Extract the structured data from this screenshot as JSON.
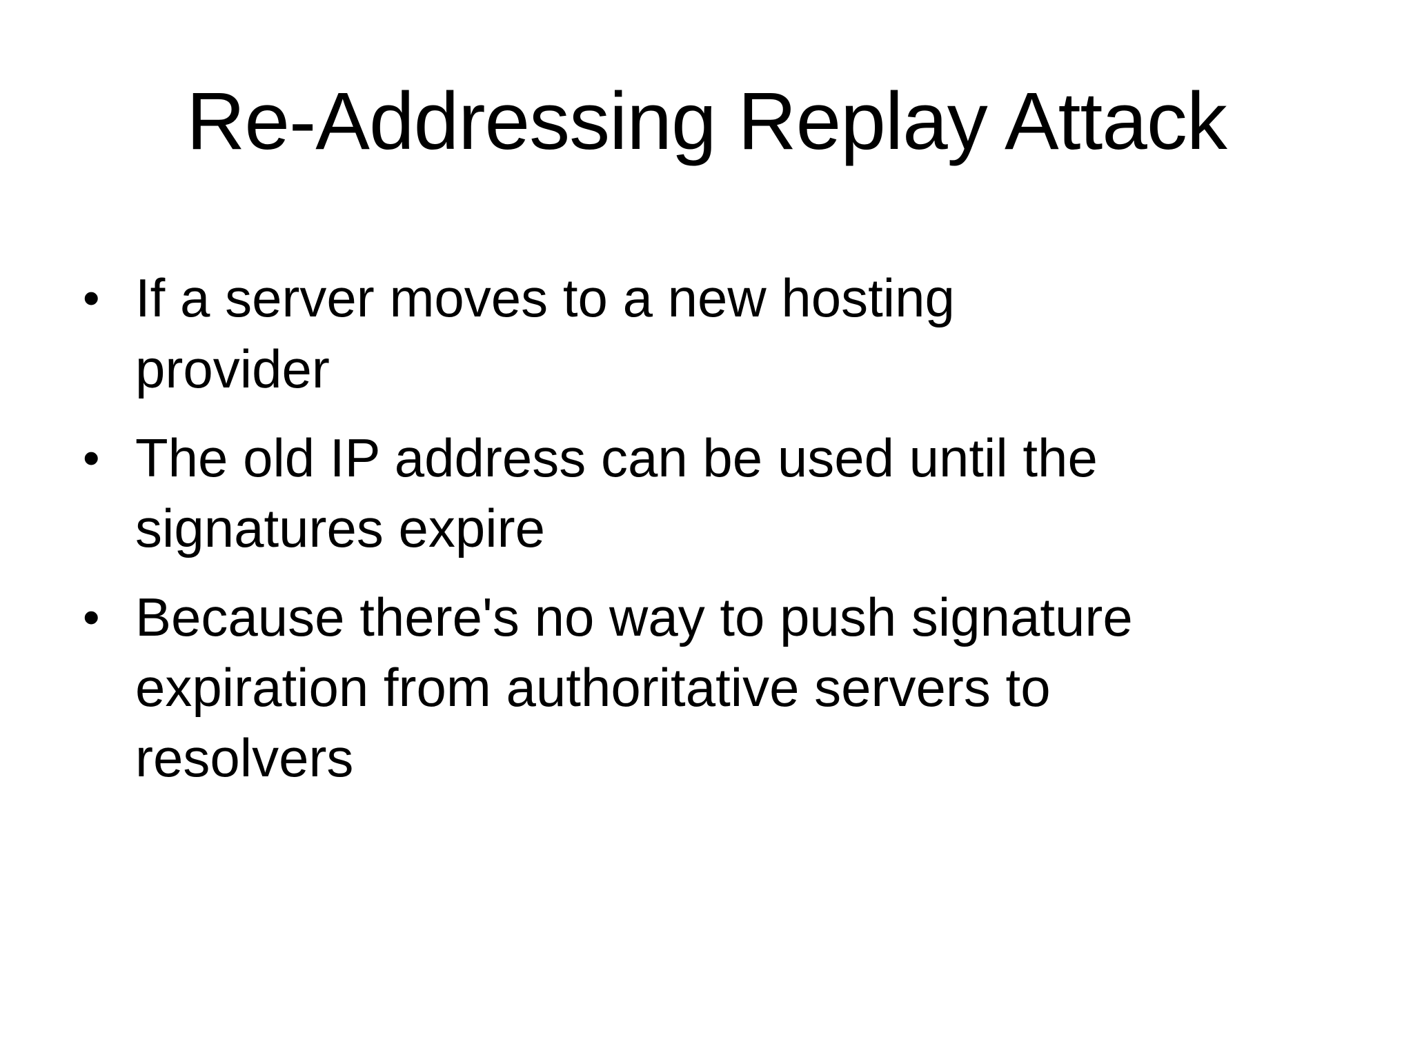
{
  "slide": {
    "title": "Re-Addressing Replay Attack",
    "bullet_char": "•",
    "bullets": [
      "If a server moves to a new hosting\nprovider",
      "The old IP address can be used until the\nsignatures expire",
      "Because there's no way to push signature\nexpiration from authoritative servers to\nresolvers"
    ],
    "colors": {
      "background": "#ffffff",
      "text": "#000000"
    }
  }
}
